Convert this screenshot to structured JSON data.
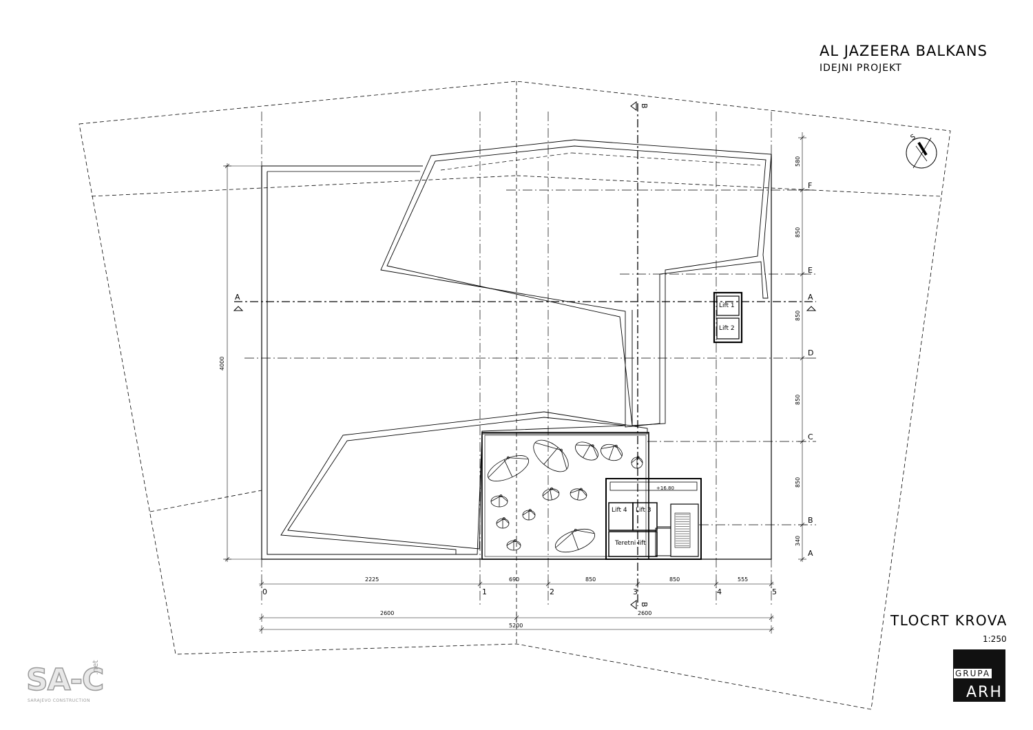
{
  "project": {
    "title": "AL JAZEERA BALKANS",
    "subtitle": "IDEJNI PROJEKT"
  },
  "sheet": {
    "plan_title": "TLOCRT KROVA",
    "scale": "1:250"
  },
  "logo": {
    "top_text": "GRUPA",
    "bottom_text": "ARH"
  },
  "watermark": {
    "main": "SA-C",
    "side": ".net",
    "sub": "SARAJEVO CONSTRUCTION"
  },
  "compass": {
    "label": "S"
  },
  "section_markers": {
    "a_left": "A",
    "a_right": "A",
    "b_top": "B",
    "b_bottom": "B"
  },
  "axes": {
    "vertical": [
      "0",
      "1",
      "2",
      "3",
      "4",
      "5"
    ],
    "horizontal": [
      "F",
      "E",
      "D",
      "C",
      "B",
      "A"
    ]
  },
  "dimensions": {
    "bottom_row1": [
      "2225",
      "690",
      "850",
      "850",
      "555"
    ],
    "bottom_row2": [
      "2600",
      "2600"
    ],
    "bottom_total": "5200",
    "left_total": "4000",
    "right": [
      "580",
      "850",
      "850",
      "850",
      "850",
      "340"
    ]
  },
  "rooms": {
    "lift1": "Lift 1",
    "lift2": "Lift 2",
    "lift3": "Lift 3",
    "lift4": "Lift 4",
    "freight_lift": "Teretni lift",
    "level": "+16.80"
  }
}
